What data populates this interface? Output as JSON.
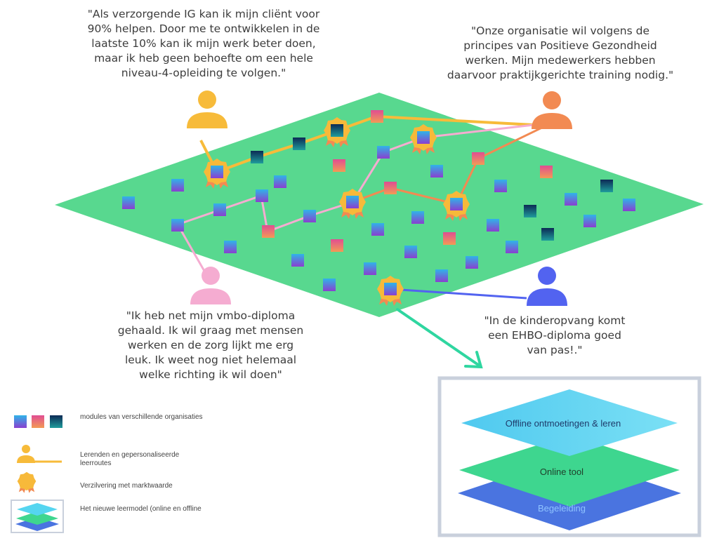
{
  "quotes": {
    "ig": "\"Als verzorgende IG kan ik mijn cliënt voor\n90% helpen. Door me te ontwikkelen in de\nlaatste 10% kan ik mijn werk beter doen,\nmaar ik heb geen behoefte om een hele\nniveau-4-opleiding te volgen.\"",
    "org": "\"Onze organisatie wil volgens de\nprincipes van Positieve Gezondheid\nwerken. Mijn medewerkers hebben\ndaarvoor praktijkgerichte training nodig.\"",
    "vmbo": "\"Ik heb net mijn vmbo-diploma\ngehaald. Ik wil graag met mensen\nwerken en de zorg lijkt me erg\nleuk. Ik weet nog niet helemaal\nwelke richting ik wil doen\"",
    "kinderopvang": "\"In de kinderopvang komt\neen EHBO-diploma goed\nvan pas!.\""
  },
  "legend": {
    "modules": "modules van verschillende organisaties",
    "lerenden": "Lerenden en gepersonaliseerde leerroutes",
    "verzilvering": "Verzilvering met marktwaarde",
    "leermodel": "Het nieuwe leermodel (online en offline"
  },
  "model_layers": {
    "top": "Offline ontmoetingen & leren",
    "middle": "Online tool",
    "bottom": "Begeleiding"
  },
  "colors": {
    "field": "#58d88f",
    "route_ig": "#f7bb3a",
    "route_org": "#f28a52",
    "route_vmbo": "#f5acd1",
    "route_kinderopvang": "#5263f0",
    "arrow": "#2fd6a0",
    "frame": "#c9d0dc",
    "module_blue_purple": [
      "#2fb4e8",
      "#8a3fd0"
    ],
    "module_pink_orange": [
      "#e04d92",
      "#f29a55"
    ],
    "module_navy_teal": [
      "#0c2a55",
      "#1f9c9c"
    ],
    "layer_top": "#55d5f0",
    "layer_middle": "#3ed68f",
    "layer_bottom": "#4a74e0"
  },
  "icons": [
    "person-icon",
    "award-badge-icon",
    "module-tile-icon",
    "arrow-icon"
  ]
}
